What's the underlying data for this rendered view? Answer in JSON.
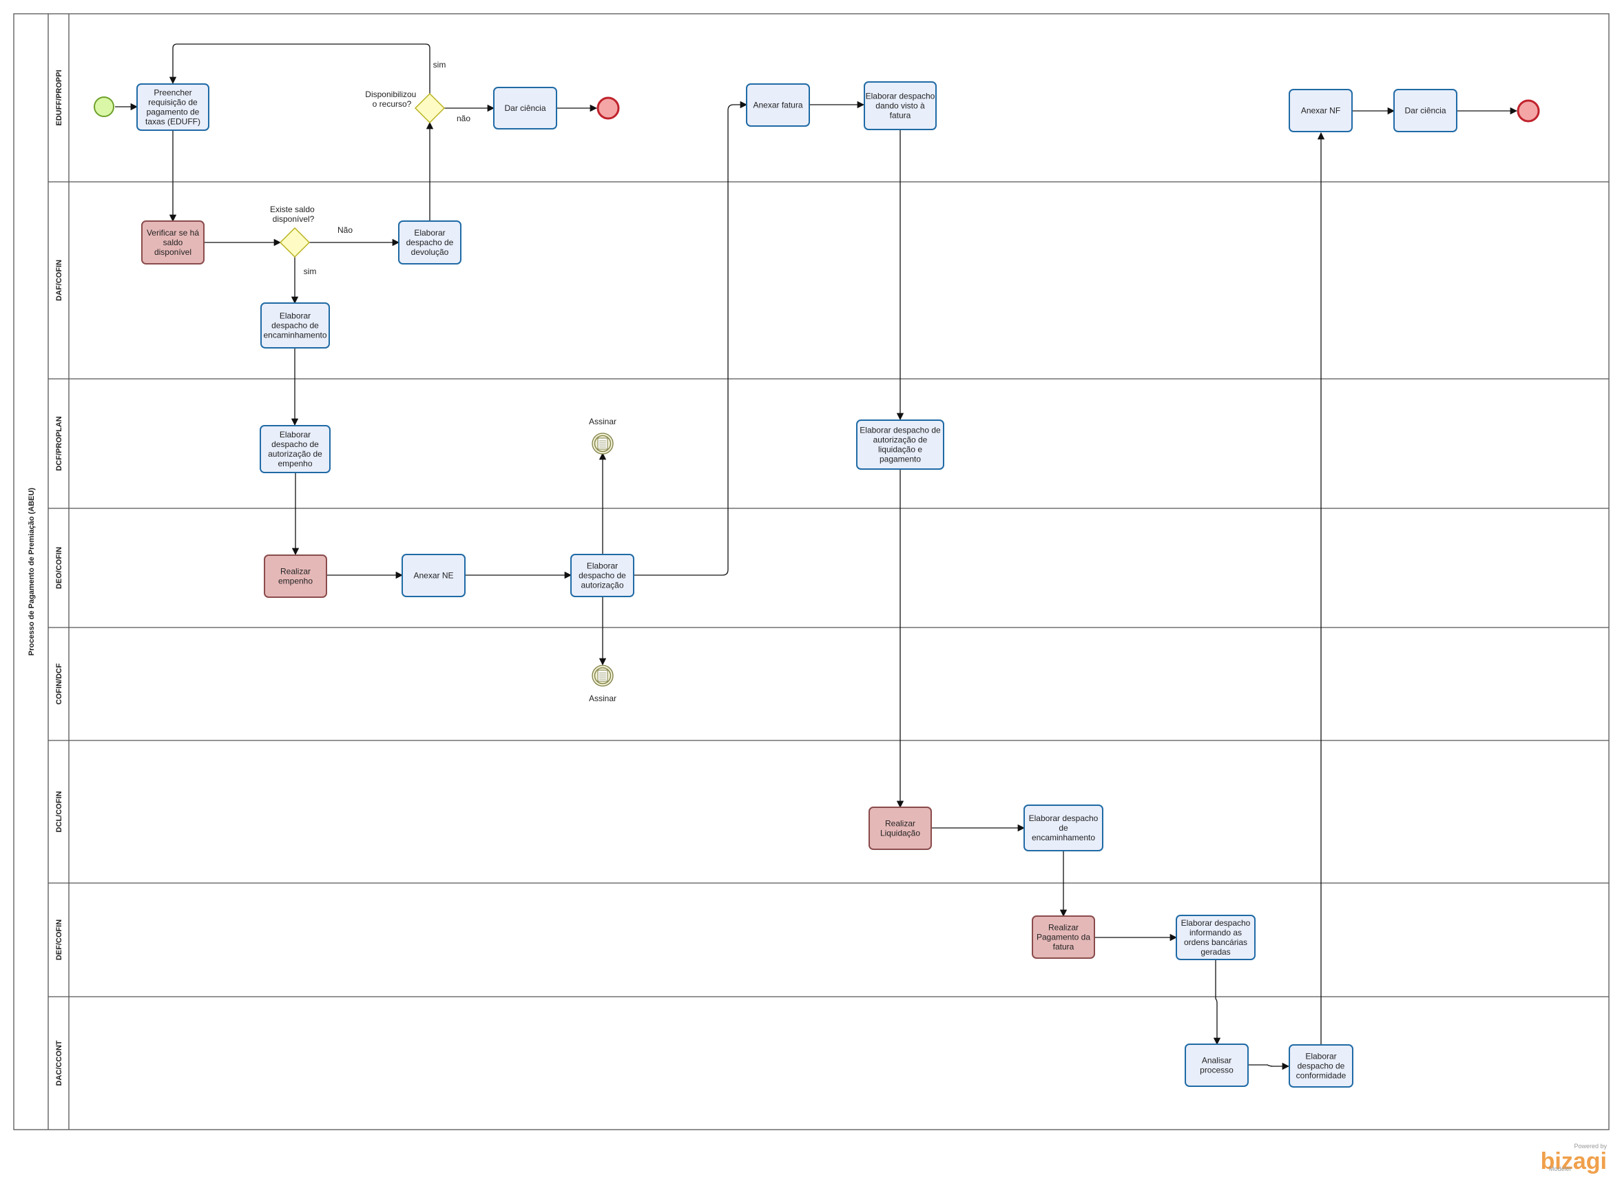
{
  "pool": {
    "title": "Processo de Pagamento de Premiação (ABEU)"
  },
  "lanes": [
    {
      "id": "edu",
      "name": "EDUFF/PROPPI"
    },
    {
      "id": "daf",
      "name": "DAF/COFIN"
    },
    {
      "id": "dcf",
      "name": "DCF/PROPLAN"
    },
    {
      "id": "deo",
      "name": "DEO/COFIN"
    },
    {
      "id": "cof",
      "name": "COFIN/DCF"
    },
    {
      "id": "dcl",
      "name": "DCL/COFIN"
    },
    {
      "id": "def",
      "name": "DEF/COFIN"
    },
    {
      "id": "dac",
      "name": "DAC/CCONT"
    }
  ],
  "tasks": {
    "t_preencher": {
      "lines": [
        "Preencher",
        "requisição de",
        "pagamento de",
        "taxas (EDUFF)"
      ],
      "style": "blue"
    },
    "t_verificar": {
      "lines": [
        "Verificar se há",
        "saldo",
        "disponível"
      ],
      "style": "red"
    },
    "t_devolucao": {
      "lines": [
        "Elaborar",
        "despacho de",
        "devolução"
      ],
      "style": "blue"
    },
    "t_darciencia1": {
      "lines": [
        "Dar ciência"
      ],
      "style": "blue"
    },
    "t_encaminh1": {
      "lines": [
        "Elaborar",
        "despacho de",
        "encaminhamento"
      ],
      "style": "blue"
    },
    "t_autoriz_empenho": {
      "lines": [
        "Elaborar",
        "despacho de",
        "autorização de",
        "empenho"
      ],
      "style": "blue"
    },
    "t_realizar_empenho": {
      "lines": [
        "Realizar",
        "empenho"
      ],
      "style": "red"
    },
    "t_anexar_ne": {
      "lines": [
        "Anexar NE"
      ],
      "style": "blue"
    },
    "t_despacho_autoriz": {
      "lines": [
        "Elaborar",
        "despacho de",
        "autorização"
      ],
      "style": "blue"
    },
    "t_anexar_fatura": {
      "lines": [
        "Anexar fatura"
      ],
      "style": "blue"
    },
    "t_visto_fatura": {
      "lines": [
        "Elaborar despacho",
        "dando visto à",
        "fatura"
      ],
      "style": "blue"
    },
    "t_autoriz_liquid": {
      "lines": [
        "Elaborar despacho de",
        "autorização de",
        "liquidação e",
        "pagamento"
      ],
      "style": "blue"
    },
    "t_realizar_liquid": {
      "lines": [
        "Realizar",
        "Liquidação"
      ],
      "style": "red"
    },
    "t_encaminh2": {
      "lines": [
        "Elaborar despacho",
        "de",
        "encaminhamento"
      ],
      "style": "blue"
    },
    "t_realizar_pagto": {
      "lines": [
        "Realizar",
        "Pagamento da",
        "fatura"
      ],
      "style": "red"
    },
    "t_ordens": {
      "lines": [
        "Elaborar despacho",
        "informando as",
        "ordens bancárias",
        "geradas"
      ],
      "style": "blue"
    },
    "t_analisar": {
      "lines": [
        "Analisar",
        "processo"
      ],
      "style": "blue"
    },
    "t_conformidade": {
      "lines": [
        "Elaborar",
        "despacho de",
        "conformidade"
      ],
      "style": "blue"
    },
    "t_anexar_nf": {
      "lines": [
        "Anexar NF"
      ],
      "style": "blue"
    },
    "t_darciencia2": {
      "lines": [
        "Dar ciência"
      ],
      "style": "blue"
    }
  },
  "gateways": {
    "g_saldo": {
      "question": [
        "Existe saldo",
        "disponível?"
      ]
    },
    "g_recurso": {
      "question": [
        "Disponibilizou",
        "o recurso?"
      ]
    }
  },
  "intermediate_events": {
    "ie_assinar_top": {
      "label": "Assinar"
    },
    "ie_assinar_bottom": {
      "label": "Assinar"
    }
  },
  "flow_labels": {
    "sim_recurso": "sim",
    "nao_recurso": "não",
    "nao_saldo": "Não",
    "sim_saldo": "sim"
  },
  "watermark": {
    "powered": "Powered by",
    "brand": "bizagi",
    "product": "Modeler"
  },
  "colors": {
    "task_blue_fill": "#e8eefa",
    "task_blue_stroke": "#1f6aa5",
    "task_red_fill": "#e5b8b8",
    "task_red_stroke": "#8a4b4b",
    "gateway_fill": "#fefcc4",
    "gateway_stroke": "#b9b21f",
    "start_fill": "#d9f7a6",
    "start_stroke": "#6ea12b",
    "end_fill": "#f4a6a6",
    "end_stroke": "#c0222c",
    "intermediate_fill": "#efefd2",
    "intermediate_stroke": "#7e7e46",
    "lane_line": "#555555"
  }
}
